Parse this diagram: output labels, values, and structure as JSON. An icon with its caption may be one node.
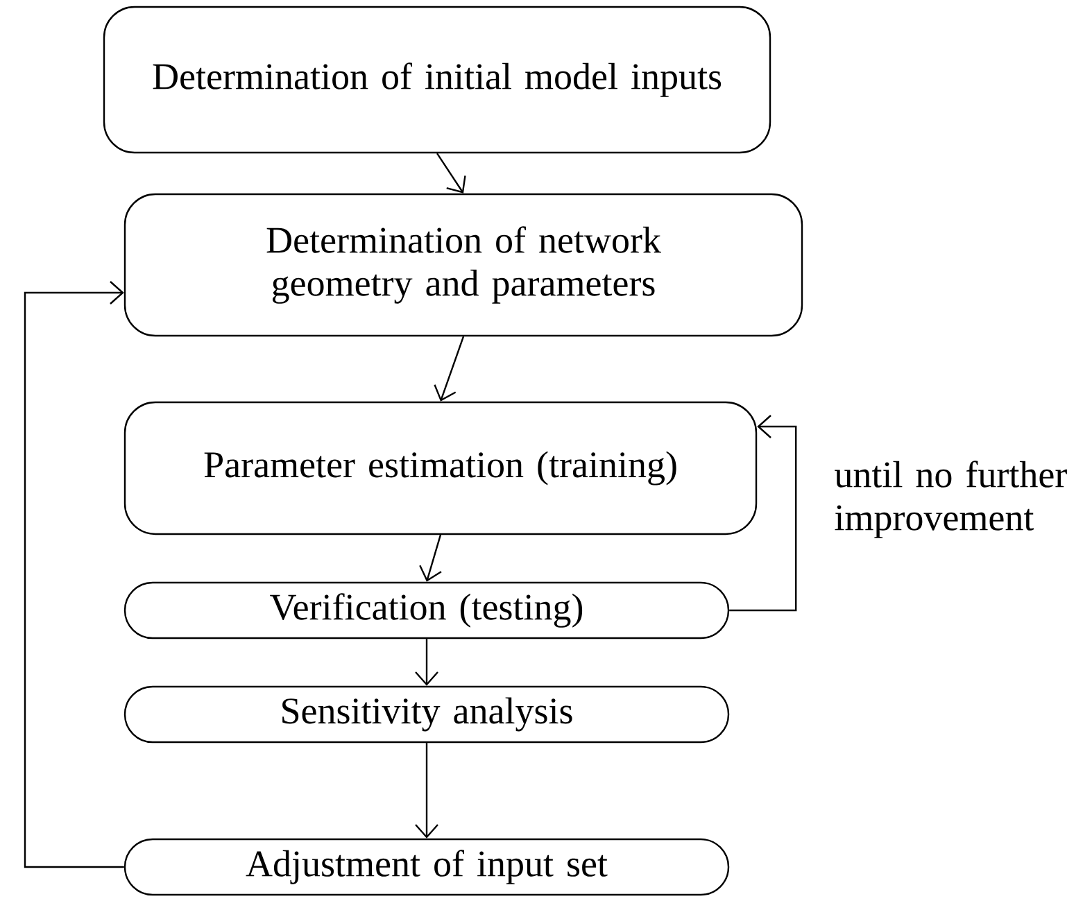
{
  "diagram": {
    "nodes": [
      {
        "text": [
          "Determination of initial model inputs"
        ]
      },
      {
        "text": [
          "Determination of network geometry and parameters"
        ]
      },
      {
        "text": [
          "Parameter estimation (training)"
        ]
      },
      {
        "text": [
          "Verification (testing)"
        ]
      },
      {
        "text": [
          "Sensitivity analysis"
        ]
      },
      {
        "text": [
          "Adjustment of input set"
        ]
      }
    ],
    "edges": [
      {
        "from": 0,
        "to": 1,
        "arrow": "to"
      },
      {
        "from": 1,
        "to": 2,
        "arrow": "to"
      },
      {
        "from": 2,
        "to": 3,
        "arrow": "to"
      },
      {
        "from": 3,
        "to": 4,
        "arrow": "to"
      },
      {
        "from": 4,
        "to": 5,
        "arrow": "to"
      },
      {
        "from": 3,
        "to": 2,
        "arrow": "to",
        "label": "until no further improvement"
      },
      {
        "from": 5,
        "to": 1,
        "arrow": "to"
      }
    ]
  }
}
